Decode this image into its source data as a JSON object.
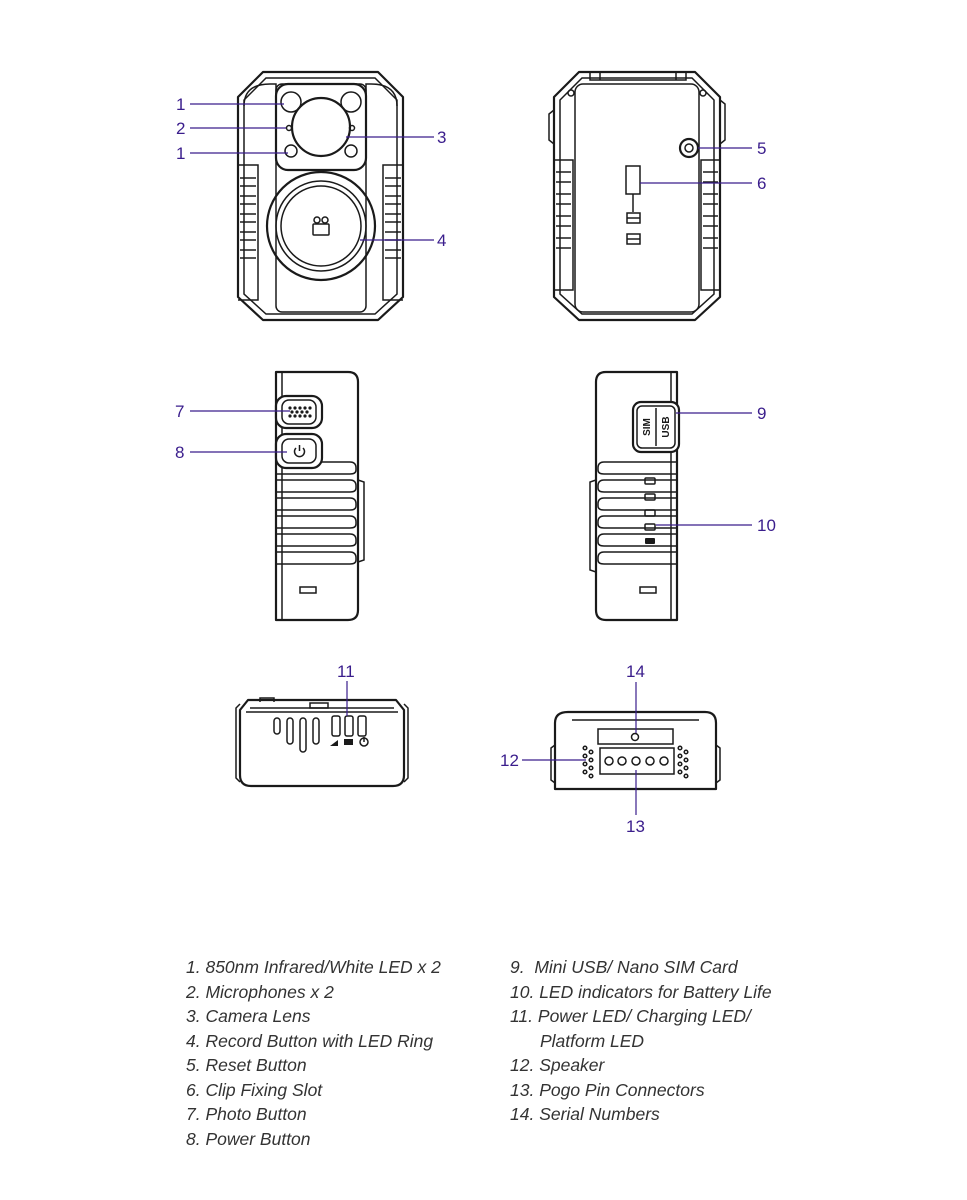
{
  "callouts": {
    "c1a": "1",
    "c2": "2",
    "c1b": "1",
    "c3": "3",
    "c4": "4",
    "c5": "5",
    "c6": "6",
    "c7": "7",
    "c8": "8",
    "c9": "9",
    "c10": "10",
    "c11": "11",
    "c12": "12",
    "c13": "13",
    "c14": "14"
  },
  "device_labels": {
    "sim": "SIM",
    "usb": "USB"
  },
  "legend": {
    "left": [
      "1. 850nm Infrared/White LED x 2",
      "2. Microphones x 2",
      "3. Camera Lens",
      "4. Record Button with LED Ring",
      "5. Reset Button",
      "6. Clip Fixing Slot",
      "7. Photo Button",
      "8. Power Button"
    ],
    "right": [
      "9.  Mini USB/ Nano SIM Card",
      "10. LED indicators for Battery Life",
      "11. Power LED/ Charging LED/",
      "Platform LED",
      "12. Speaker",
      "13. Pogo Pin Connectors",
      "14. Serial Numbers"
    ]
  },
  "colors": {
    "callout": "#3a1d8c",
    "outline": "#1a1a1a",
    "legend_text": "#333333"
  }
}
